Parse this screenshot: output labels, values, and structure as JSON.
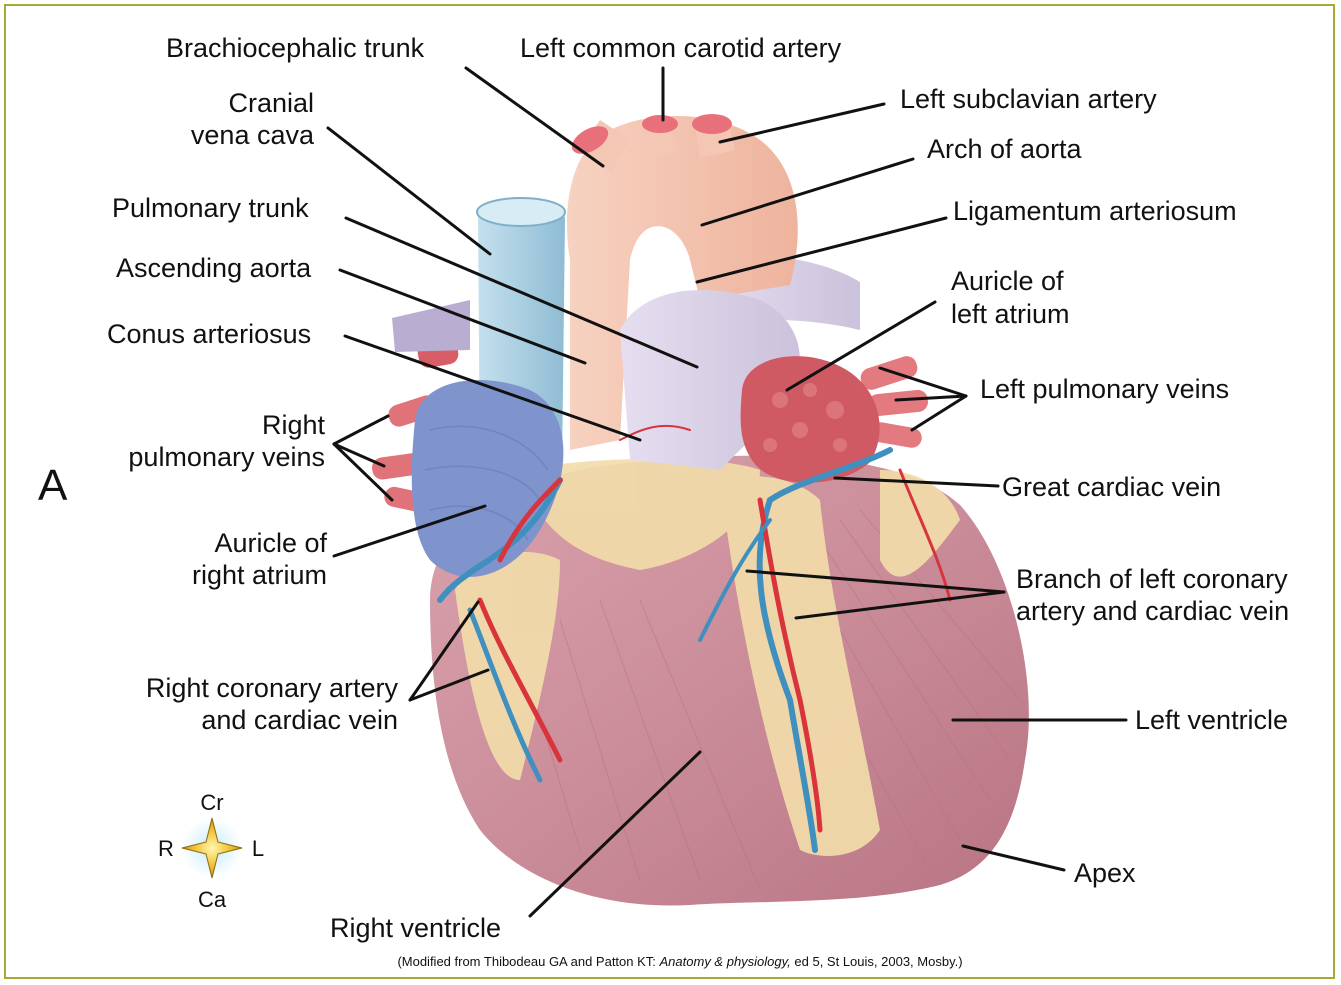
{
  "figure": {
    "panel_letter": "A",
    "labels": {
      "brachiocephalic_trunk": "Brachiocephalic trunk",
      "left_common_carotid": "Left common carotid artery",
      "left_subclavian": "Left subclavian artery",
      "cranial_vena_cava_1": "Cranial",
      "cranial_vena_cava_2": "vena cava",
      "arch_of_aorta": "Arch of aorta",
      "pulmonary_trunk": "Pulmonary trunk",
      "ligamentum_arteriosum": "Ligamentum arteriosum",
      "ascending_aorta": "Ascending aorta",
      "auricle_left_atrium_1": "Auricle of",
      "auricle_left_atrium_2": "left atrium",
      "conus_arteriosus": "Conus arteriosus",
      "left_pulmonary_veins": "Left pulmonary veins",
      "right_pulmonary_veins_1": "Right",
      "right_pulmonary_veins_2": "pulmonary veins",
      "great_cardiac_vein": "Great cardiac vein",
      "auricle_right_atrium_1": "Auricle of",
      "auricle_right_atrium_2": "right atrium",
      "branch_left_coronary_1": "Branch of left coronary",
      "branch_left_coronary_2": "artery and cardiac vein",
      "right_coronary_1": "Right coronary artery",
      "right_coronary_2": "and cardiac vein",
      "left_ventricle": "Left ventricle",
      "apex": "Apex",
      "right_ventricle": "Right ventricle"
    },
    "compass": {
      "up": "Cr",
      "down": "Ca",
      "left": "R",
      "right": "L"
    },
    "citation": {
      "prefix": "(Modified from Thibodeau GA and Patton KT: ",
      "title": "Anatomy & physiology,",
      "suffix": " ed 5, St Louis, 2003, Mosby.)"
    }
  },
  "colors": {
    "frame": "#a8a832",
    "ventricle": "#c98a97",
    "aorta": "#f3c3ae",
    "pulmonary": "#d8d0e4",
    "vena_cava": "#a9cde0",
    "right_atrium": "#7f94cc",
    "left_atrium": "#cf5a64",
    "artery": "#d9343c",
    "vein": "#3f8fbf",
    "fat": "#f2dcaa"
  }
}
